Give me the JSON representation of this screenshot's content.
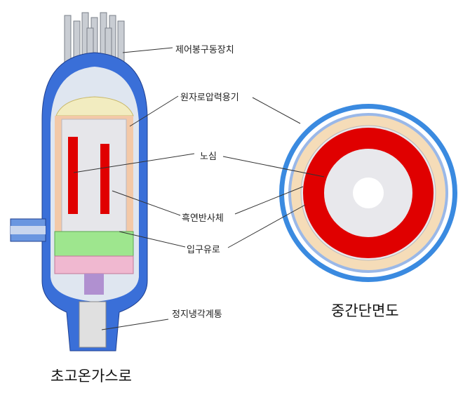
{
  "labels": {
    "crdm": "제어봉구동장치",
    "vessel": "원자로압력용기",
    "core": "노심",
    "reflector": "흑연반사체",
    "inlet": "입구유로",
    "shutdown_cooling": "정지냉각계통"
  },
  "titles": {
    "reactor": "초고온가스로",
    "cross_section": "중간단면도"
  },
  "colors": {
    "vessel": "#3a6fd8",
    "core": "#e00000",
    "reflector": "#f5dcb8",
    "graphite": "#e8e8ec"
  }
}
